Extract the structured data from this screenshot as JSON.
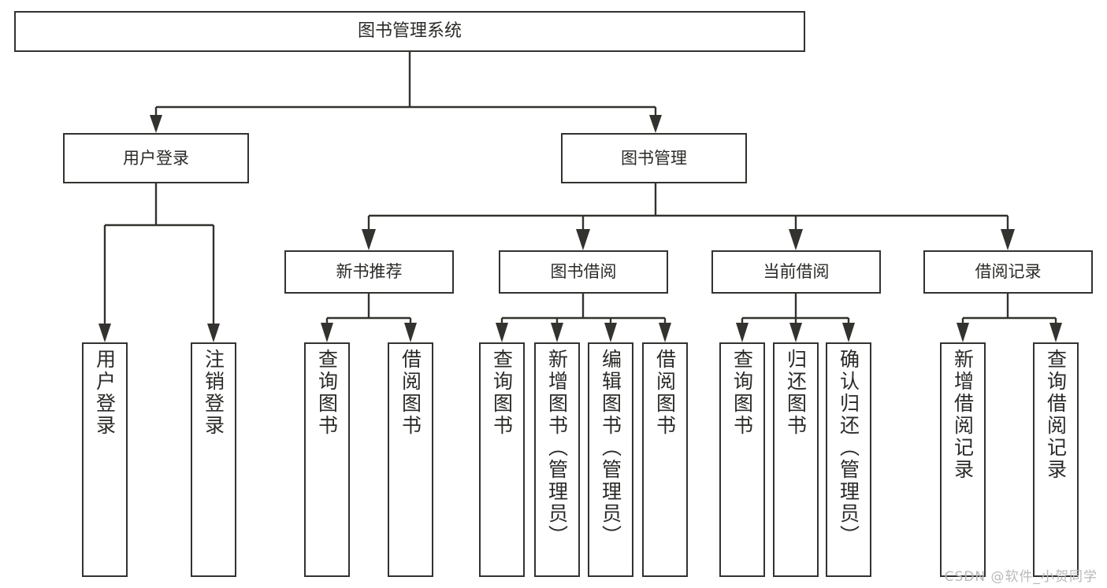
{
  "diagram": {
    "type": "tree",
    "title": "图书管理系统",
    "root": {
      "id": "root",
      "label": "图书管理系统"
    },
    "level2": [
      {
        "id": "user-login",
        "label": "用户登录"
      },
      {
        "id": "book-manage",
        "label": "图书管理"
      }
    ],
    "level3": [
      {
        "id": "new-book-recommend",
        "label": "新书推荐",
        "parent": "book-manage"
      },
      {
        "id": "book-borrow",
        "label": "图书借阅",
        "parent": "book-manage"
      },
      {
        "id": "current-borrow",
        "label": "当前借阅",
        "parent": "book-manage"
      },
      {
        "id": "borrow-record",
        "label": "借阅记录",
        "parent": "book-manage"
      }
    ],
    "leaves": [
      {
        "id": "leaf-user-login",
        "label": "用户登录",
        "parent": "user-login"
      },
      {
        "id": "leaf-logout-login",
        "label": "注销登录",
        "parent": "user-login"
      },
      {
        "id": "leaf-query-book-1",
        "label": "查询图书",
        "parent": "new-book-recommend"
      },
      {
        "id": "leaf-borrow-book-1",
        "label": "借阅图书",
        "parent": "new-book-recommend"
      },
      {
        "id": "leaf-query-book-2",
        "label": "查询图书",
        "parent": "book-borrow"
      },
      {
        "id": "leaf-add-book",
        "label": "新增图书（管理员）",
        "parent": "book-borrow"
      },
      {
        "id": "leaf-edit-book",
        "label": "编辑图书（管理员）",
        "parent": "book-borrow"
      },
      {
        "id": "leaf-borrow-book-2",
        "label": "借阅图书",
        "parent": "book-borrow"
      },
      {
        "id": "leaf-query-book-3",
        "label": "查询图书",
        "parent": "current-borrow"
      },
      {
        "id": "leaf-return-book",
        "label": "归还图书",
        "parent": "current-borrow"
      },
      {
        "id": "leaf-confirm-return",
        "label": "确认归还（管理员）",
        "parent": "current-borrow"
      },
      {
        "id": "leaf-add-record",
        "label": "新增借阅记录",
        "parent": "borrow-record"
      },
      {
        "id": "leaf-query-record",
        "label": "查询借阅记录",
        "parent": "borrow-record"
      }
    ],
    "colors": {
      "box_stroke": "#33322f",
      "box_fill": "#ffffff",
      "text": "#2a2a28",
      "connector": "#33322f",
      "watermark": "#b9b9b9"
    }
  },
  "watermark": {
    "text": "CSDN @软件_小贺同学"
  }
}
